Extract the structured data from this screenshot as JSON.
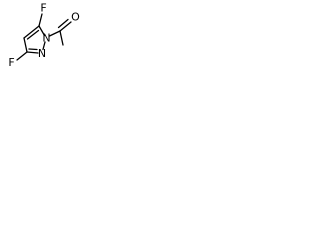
{
  "molecule": {
    "atoms": {
      "f_top": "F",
      "f_left": "F",
      "n1": "N",
      "n2": "N",
      "o": "O"
    }
  },
  "colors": {
    "bond": "#000000",
    "background": "#ffffff"
  }
}
